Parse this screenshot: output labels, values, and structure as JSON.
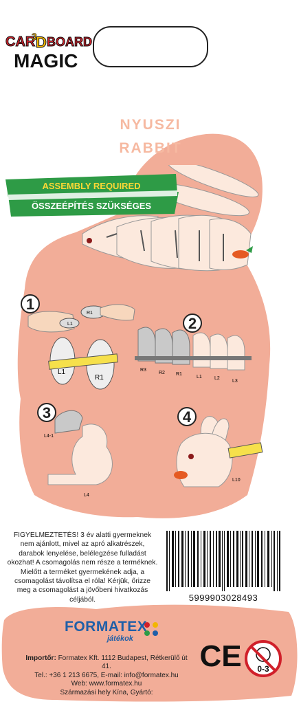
{
  "brand": {
    "logo_line1_a": "CAR",
    "logo_3": "3",
    "logo_line1_d": "D",
    "logo_line1_b": "BOARD",
    "logo_line2": "MAGIC"
  },
  "titles": {
    "hungarian": "NYUSZI",
    "english": "RABBIT"
  },
  "banner": {
    "english": "ASSEMBLY REQUIRED",
    "hungarian": "ÖSSZEÉPÍTÉS SZÜKSÉGES"
  },
  "steps": [
    {
      "number": "1",
      "labels": [
        "R1",
        "L1",
        "L1",
        "R1"
      ]
    },
    {
      "number": "2",
      "labels": [
        "R3",
        "R2",
        "R1",
        "L1",
        "L2",
        "L3"
      ]
    },
    {
      "number": "3",
      "labels": [
        "L4-1",
        "L4"
      ]
    },
    {
      "number": "4",
      "labels": [
        "L10"
      ]
    }
  ],
  "warning": {
    "text": "FIGYELMEZTETÉS! 3 év alatti gyermeknek nem ajánlott, mivel az apró alkatrészek, darabok lenyelése, belélegzése fulladást okozhat! A csomagolás nem része a terméknek. Mielőtt a terméket gyermekének adja, a csomagolást távolítsa el róla! Kérjük, őrizze meg a csomagolást a jövőbeni hivatkozás céljából."
  },
  "barcode": {
    "number": "5999903028493"
  },
  "footer": {
    "company_logo": "FORMATEX",
    "company_sub": "játékok",
    "importer_label": "Importőr:",
    "importer_text": " Formatex Kft. 1112 Budapest, Rétkerülő út 41.",
    "contact": "Tel.: +36 1 213 6675, E-mail: info@formatex.hu",
    "web": "Web: www.formatex.hu",
    "origin": "Származási hely Kína, Gyártó:",
    "ce_mark": "CE",
    "age_warning": "0-3"
  },
  "colors": {
    "salmon": "#f2ad98",
    "salmon_dark": "#e99c84",
    "green": "#2e9b46",
    "red": "#d0202a",
    "blue": "#1f5fa8"
  }
}
